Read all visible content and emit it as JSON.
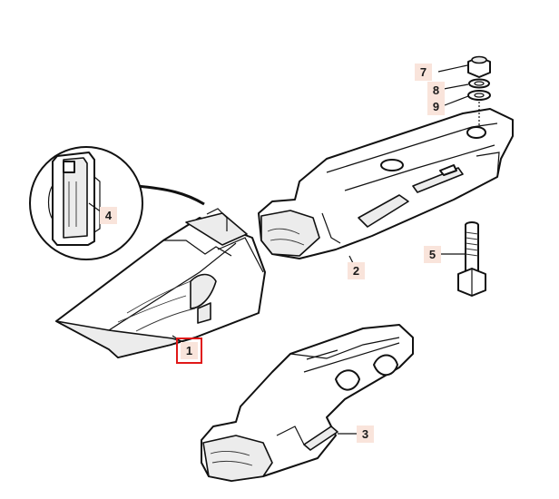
{
  "callouts": [
    {
      "id": "part-1",
      "label": "1",
      "highlighted": true
    },
    {
      "id": "part-2",
      "label": "2",
      "highlighted": false
    },
    {
      "id": "part-3",
      "label": "3",
      "highlighted": false
    },
    {
      "id": "part-4",
      "label": "4",
      "highlighted": false
    },
    {
      "id": "part-5",
      "label": "5",
      "highlighted": false
    },
    {
      "id": "part-7",
      "label": "7",
      "highlighted": false
    },
    {
      "id": "part-8",
      "label": "8",
      "highlighted": false
    },
    {
      "id": "part-9",
      "label": "9",
      "highlighted": false
    }
  ],
  "colors": {
    "line": "#111111",
    "label_background": "#f9e4db",
    "highlight_border": "#e01818",
    "background": "#ffffff"
  }
}
